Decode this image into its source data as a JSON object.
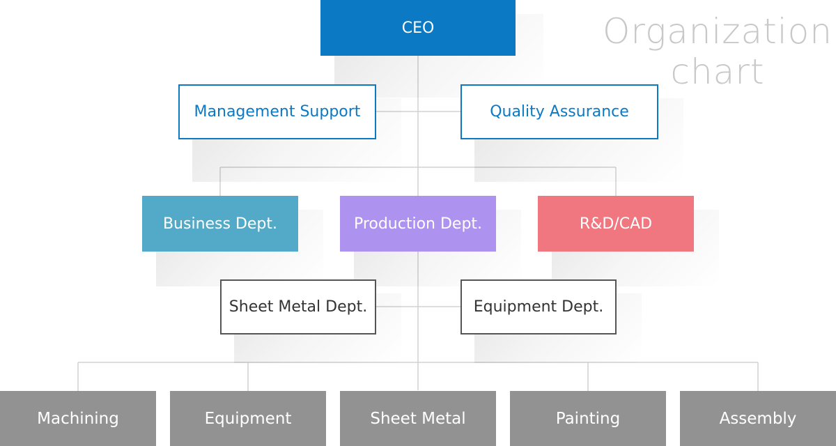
{
  "title": {
    "line1": "Organization",
    "line2": "chart"
  },
  "colors": {
    "ceo": "#0b79c4",
    "business": "#52a9c8",
    "production": "#ad92ef",
    "rnd": "#f07680",
    "bottom": "#929292",
    "connector": "#d0d0d0"
  },
  "nodes": {
    "ceo": "CEO",
    "management_support": "Management Support",
    "quality_assurance": "Quality Assurance",
    "business_dept": "Business Dept.",
    "production_dept": "Production Dept.",
    "rnd_cad": "R&D/CAD",
    "sheet_metal_dept": "Sheet Metal Dept.",
    "equipment_dept": "Equipment Dept.",
    "machining": "Machining",
    "equipment": "Equipment",
    "sheet_metal": "Sheet Metal",
    "painting": "Painting",
    "assembly": "Assembly"
  }
}
